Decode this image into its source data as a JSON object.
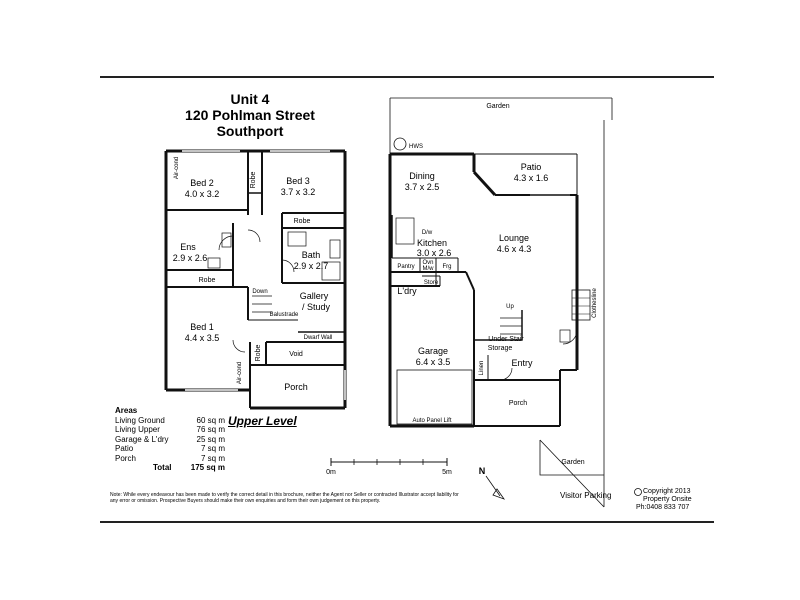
{
  "header": {
    "line1": "Unit 4",
    "line2": "120 Pohlman Street",
    "line3": "Southport"
  },
  "upper_rooms": {
    "bed2_name": "Bed 2",
    "bed2_size": "4.0 x 3.2",
    "bed3_name": "Bed 3",
    "bed3_size": "3.7 x 3.2",
    "ens_name": "Ens",
    "ens_size": "2.9 x 2.6",
    "bath_name": "Bath",
    "bath_size": "2.9 x 2.7",
    "bed1_name": "Bed 1",
    "bed1_size": "4.4 x 3.5",
    "gallery_line1": "Gallery",
    "gallery_line2": "/ Study",
    "robe": "Robe",
    "void": "Void",
    "porch": "Porch",
    "aircond": "Air-cond",
    "down": "Down",
    "balustrade": "Balustrade",
    "dwarf_wall": "Dwarf Wall"
  },
  "ground_rooms": {
    "garden_top": "Garden",
    "hws": "HWS",
    "dining_name": "Dining",
    "dining_size": "3.7 x 2.5",
    "patio_name": "Patio",
    "patio_size": "4.3 x 1.6",
    "kitchen_name": "Kitchen",
    "kitchen_size": "3.0 x 2.6",
    "dw": "D/w",
    "lounge_name": "Lounge",
    "lounge_size": "4.6 x 4.3",
    "pantry": "Pantry",
    "ovn": "Ovn",
    "mw": "M/w",
    "frg": "Frg",
    "store": "Store",
    "ldry": "L'dry",
    "up": "Up",
    "under_stair_1": "Under Stair",
    "under_stair_2": "Storage",
    "clothesline": "Clothesline",
    "garage_name": "Garage",
    "garage_size": "6.4 x 3.5",
    "linen": "Linen",
    "entry": "Entry",
    "porch": "Porch",
    "auto_panel": "Auto Panel Lift",
    "garden_bottom": "Garden"
  },
  "scale": {
    "start": "0m",
    "end": "5m"
  },
  "compass": "N",
  "upper_level_label": "Upper Level",
  "areas": {
    "heading": "Areas",
    "rows": [
      {
        "name": "Living Ground",
        "value": "60 sq m"
      },
      {
        "name": "Living Upper",
        "value": "76 sq m"
      },
      {
        "name": "Garage & L'dry",
        "value": "25 sq m"
      },
      {
        "name": "Patio",
        "value": "7 sq m"
      },
      {
        "name": "Porch",
        "value": "7 sq m"
      }
    ],
    "total_label": "Total",
    "total_value": "175 sq m"
  },
  "visitor_parking": "Visitor Parking",
  "copyright": {
    "line1": "Copyright 2013",
    "line2": "Property Onsite",
    "line3": "Ph:0408 833 707"
  },
  "note": "Note: While every endeavour has been made to verify the correct detail in this brochure, neither the Agent nor Seller or contracted Illustrator accept liability for any error or omission. Prospective Buyers should make their own enquiries and form their own judgement on this property."
}
